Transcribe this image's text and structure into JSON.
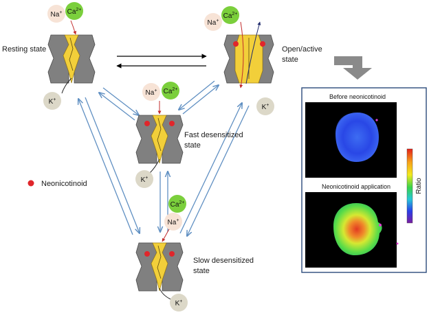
{
  "states": {
    "resting": "Resting state",
    "open_line1": "Open/active",
    "open_line2": "state",
    "fast_line1": "Fast desensitized",
    "fast_line2": "state",
    "slow_line1": "Slow desensitized",
    "slow_line2": "state"
  },
  "ions": {
    "sodium": "Na",
    "calcium": "Ca",
    "potassium": "K",
    "sodium_charge": "+",
    "calcium_charge": "2+",
    "potassium_charge": "+"
  },
  "legend": {
    "neonicotinoid": "Neonicotinoid"
  },
  "panel": {
    "before_title": "Before neonicotinoid",
    "after_title": "Neonicotinoid application",
    "colorbar_label": "Ratio"
  },
  "colors": {
    "channel_gray": "#808080",
    "channel_yellow": "#f2cf3a",
    "sodium_fill": "#f7e3d6",
    "calcium_fill": "#7bcf3c",
    "potassium_fill": "#dcd8c8",
    "neonicotinoid_red": "#e0262b",
    "transition_arrow": "#5f8fc2",
    "ion_arrow": "#c22b2b"
  }
}
